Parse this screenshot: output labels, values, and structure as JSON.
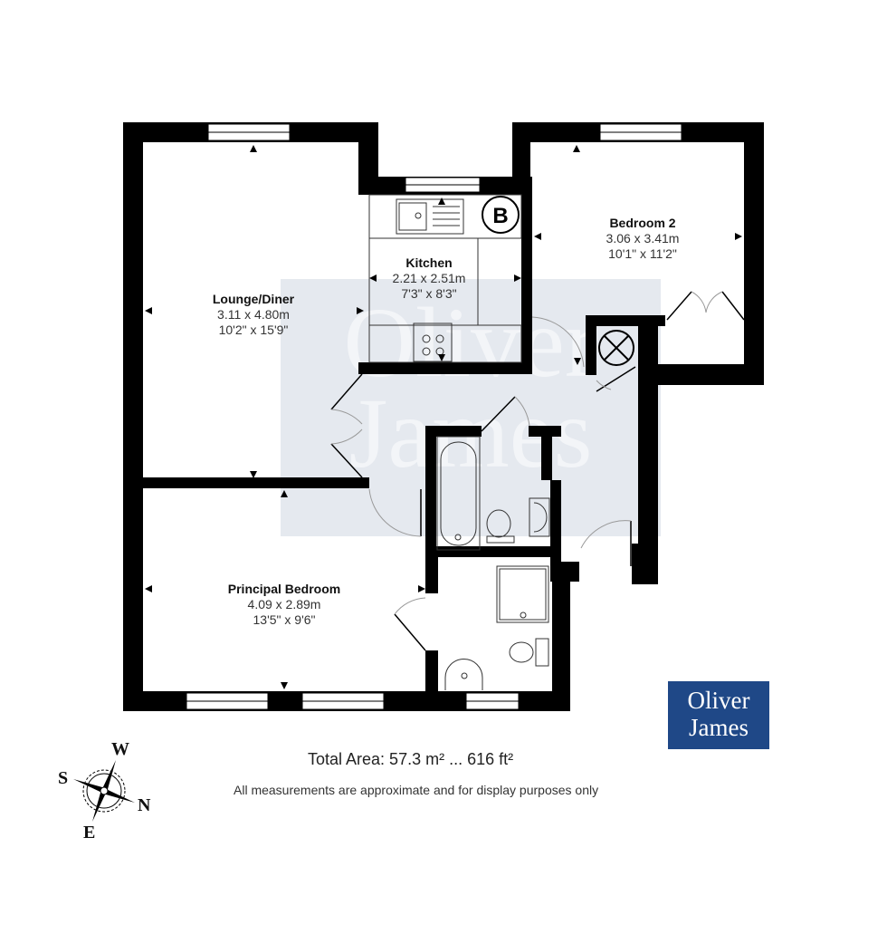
{
  "rooms": [
    {
      "name": "Lounge/Diner",
      "metric": "3.11 x 4.80m",
      "imperial": "10'2\" x 15'9\""
    },
    {
      "name": "Kitchen",
      "metric": "2.21 x 2.51m",
      "imperial": "7'3\" x 8'3\""
    },
    {
      "name": "Bedroom 2",
      "metric": "3.06 x 3.41m",
      "imperial": "10'1\" x 11'2\""
    },
    {
      "name": "Principal Bedroom",
      "metric": "4.09 x 2.89m",
      "imperial": "13'5\" x 9'6\""
    }
  ],
  "boiler_label": "B",
  "footer": {
    "total_area": "Total Area: 57.3 m² ... 616 ft²",
    "disclaimer": "All measurements are approximate and for display purposes only"
  },
  "logo": {
    "line1": "Oliver",
    "line2": "James",
    "color": "#1f4887"
  },
  "watermark": {
    "line1": "Oliver",
    "line2": "James"
  },
  "compass": {
    "north": "N",
    "south": "S",
    "east": "E",
    "west": "W"
  }
}
